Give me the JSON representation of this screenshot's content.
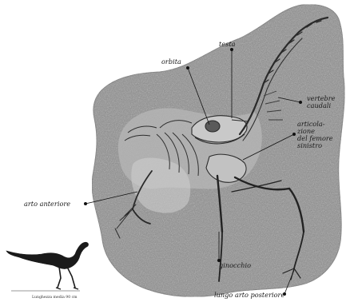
{
  "figure": {
    "labels": {
      "orbita": "orbita",
      "testa": "testa",
      "vertebre": [
        "vertebre",
        "caudali"
      ],
      "articolazione": [
        "articola-",
        "zione",
        "del femore",
        "sinistro"
      ],
      "arto_anteriore": "arto anteriore",
      "ginocchio": "ginocchio",
      "lungo_arto": "lungo arto posteriore"
    },
    "scale_caption": "Lunghezza media 90 cm"
  }
}
